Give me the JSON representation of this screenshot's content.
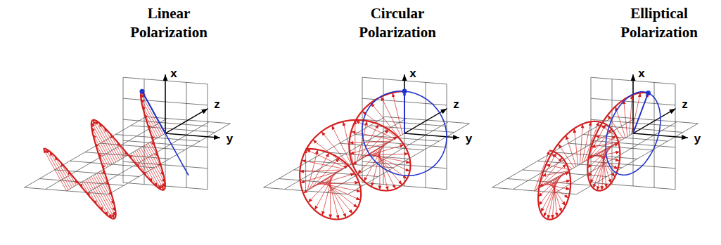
{
  "diagram": {
    "labels": [
      "Linear Polarization",
      "x",
      "z",
      "y",
      "Circular Polarization",
      "x",
      "z",
      "y",
      "Elliptical Polarization",
      "x",
      "z",
      "y"
    ]
  }
}
